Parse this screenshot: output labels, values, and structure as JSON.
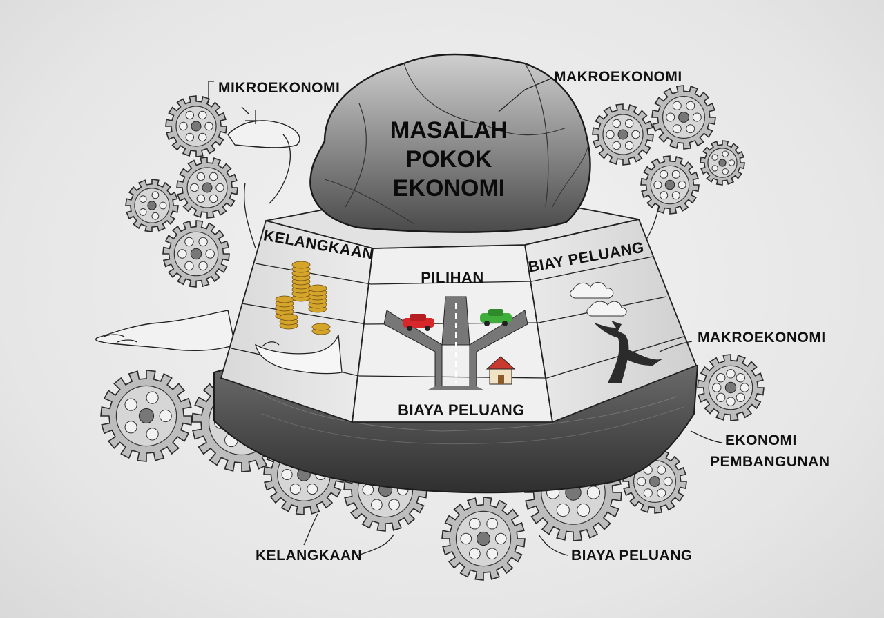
{
  "title_rock": [
    "MASALAH",
    "POKOK",
    "EKONOMI"
  ],
  "tiers": {
    "left": "KELANGKAAN",
    "center": "PILIHAN",
    "right": "BIAY PELUANG",
    "bottom": "BIAYA PELUANG"
  },
  "callouts": {
    "top_left": "MIKROEKONOMI",
    "top_right": "MAKROEKONOMI",
    "mid_right": "MAKROEKONOMI",
    "econ_dev_line1": "EKONOMI",
    "econ_dev_line2": "PEMBANGUNAN",
    "bottom_left": "KELANGKAAN",
    "bottom_right": "BIAYA PELUANG"
  },
  "colors": {
    "car_red": "#d8272b",
    "car_green": "#3fae3a",
    "coin_gold": "#d4a52a",
    "house_roof": "#c8392f"
  },
  "icons": [
    "rock",
    "gear",
    "hand",
    "coin-stack",
    "road-fork",
    "car",
    "house",
    "cloud",
    "tree"
  ]
}
